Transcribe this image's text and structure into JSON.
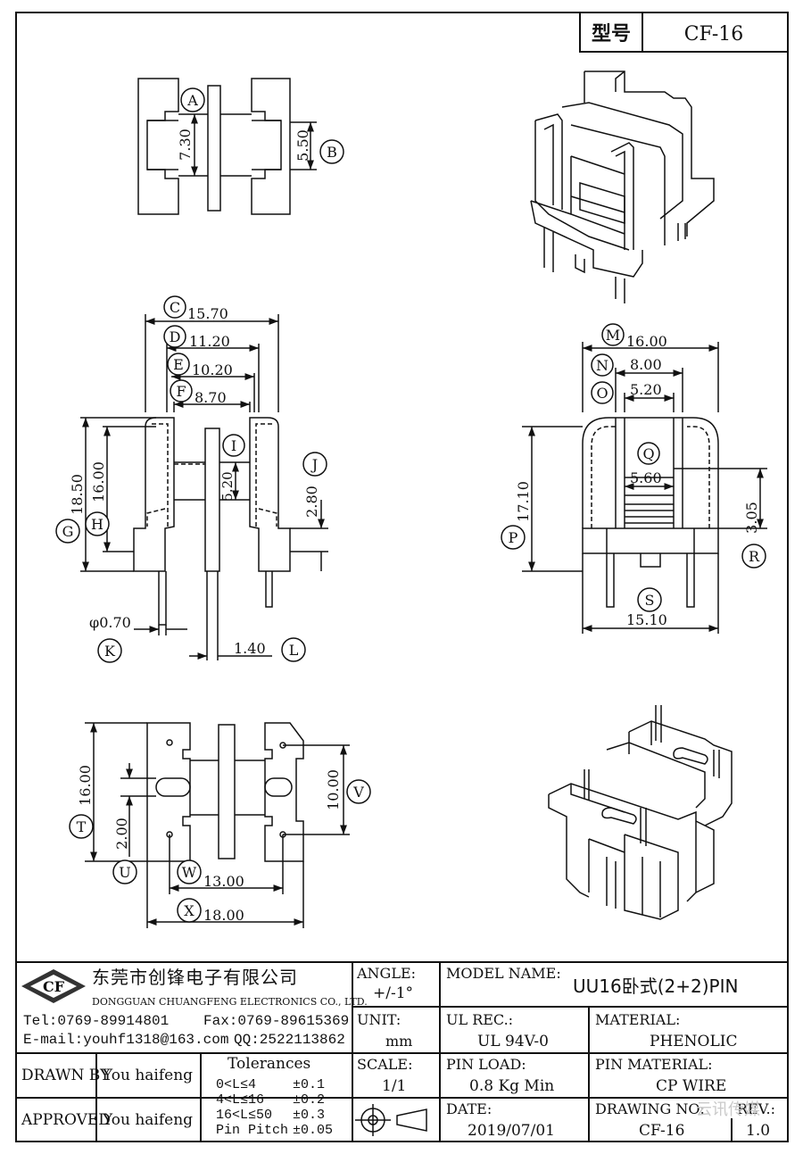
{
  "header": {
    "model_label": "型号",
    "model_value": "CF-16"
  },
  "dimensions": {
    "A": "A",
    "B": "B",
    "C": "C",
    "D": "D",
    "E": "E",
    "F": "F",
    "G": "G",
    "H": "H",
    "I": "I",
    "J": "J",
    "K": "K",
    "L": "L",
    "M": "M",
    "N": "N",
    "O": "O",
    "P": "P",
    "Q": "Q",
    "R": "R",
    "S": "S",
    "T": "T",
    "U": "U",
    "V": "V",
    "W": "W",
    "X": "X",
    "A_val": "7.30",
    "B_val": "5.50",
    "C_val": "15.70",
    "D_val": "11.20",
    "E_val": "10.20",
    "F_val": "8.70",
    "G_val": "18.50",
    "H_val": "16.00",
    "I_val": "5.20",
    "J_val": "2.80",
    "K_val": "φ0.70",
    "L_val": "1.40",
    "M_val": "16.00",
    "N_val": "8.00",
    "O_val": "5.20",
    "P_val": "17.10",
    "Q_val": "5.60",
    "R_val": "3.05",
    "S_val": "15.10",
    "T_val": "16.00",
    "U_val": "2.00",
    "V_val": "10.00",
    "W_val": "13.00",
    "X_val": "18.00"
  },
  "company": {
    "logo_text": "CF",
    "name_cn": "东莞市创锋电子有限公司",
    "name_en": "DONGGUAN CHUANGFENG ELECTRONICS CO., LTD.",
    "tel": "Tel:0769-89914801",
    "fax": "Fax:0769-89615369",
    "email": "E-mail:youhf1318@163.com",
    "qq": "QQ:2522113862"
  },
  "title_block": {
    "angle_label": "ANGLE:",
    "angle_value": "+/-1°",
    "unit_label": "UNIT:",
    "unit_value": "mm",
    "scale_label": "SCALE:",
    "scale_value": "1/1",
    "model_name_label": "MODEL NAME:",
    "model_name_value": "UU16卧式(2+2)PIN",
    "ul_label": "UL REC.:",
    "ul_value": "UL 94V-0",
    "material_label": "MATERIAL:",
    "material_value": "PHENOLIC",
    "pin_load_label": "PIN LOAD:",
    "pin_load_value": "0.8 Kg Min",
    "pin_material_label": "PIN MATERIAL:",
    "pin_material_value": "CP WIRE",
    "date_label": "DATE:",
    "date_value": "2019/07/01",
    "drawing_no_label": "DRAWING NO:",
    "drawing_no_value": "CF-16",
    "rev_label": "REV.:",
    "rev_value": "1.0",
    "drawn_by_label": "DRAWN BY",
    "drawn_by_value": "You haifeng",
    "approved_label": "APPROVED",
    "approved_value": "You haifeng",
    "tolerances_title": "Tolerances",
    "tolerances": [
      {
        "range": "0<L≤4",
        "tol": "±0.1"
      },
      {
        "range": "4<L≤16",
        "tol": "±0.2"
      },
      {
        "range": "16<L≤50",
        "tol": "±0.3"
      },
      {
        "range": "Pin Pitch",
        "tol": "±0.05"
      }
    ]
  },
  "watermark": "云讯传媒"
}
